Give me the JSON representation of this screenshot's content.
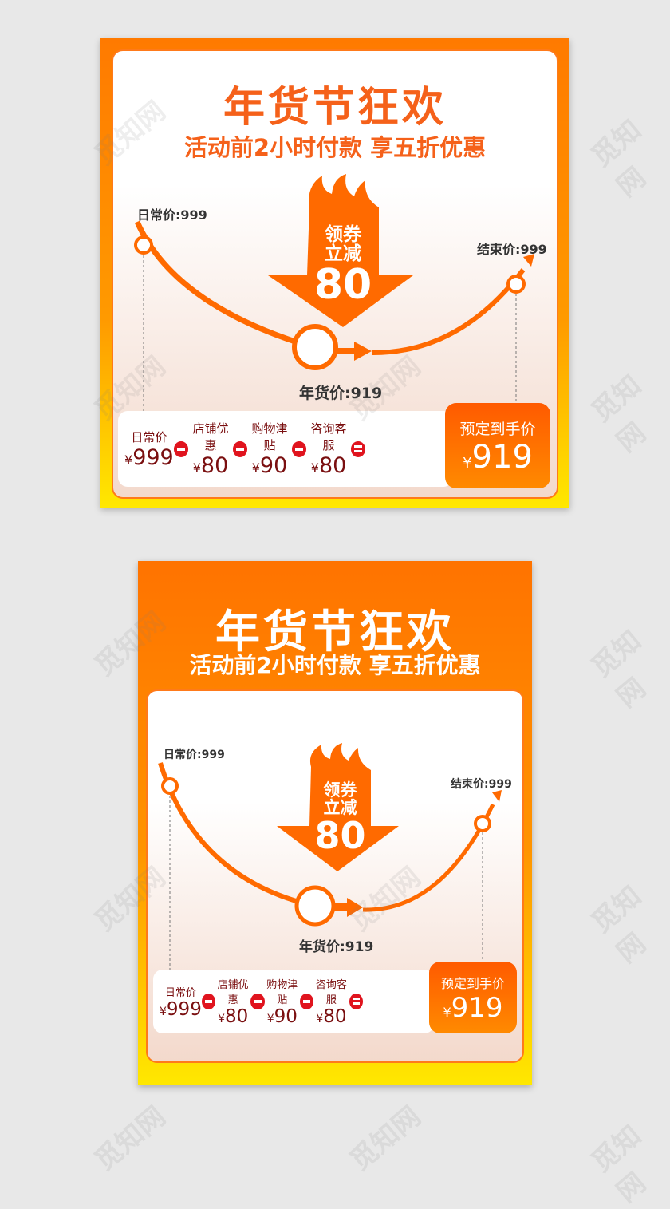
{
  "promo": {
    "title": "年货节狂欢",
    "subtitle": "活动前2小时付款 享五折优惠",
    "coupon_line1": "领券",
    "coupon_line2": "立减",
    "coupon_value": "80",
    "start_label": "日常价:999",
    "end_label": "结束价:999",
    "festival_label": "年货价:919",
    "breakdown": [
      {
        "label": "日常价",
        "currency": "¥",
        "value": "999"
      },
      {
        "label": "店铺优惠",
        "currency": "¥",
        "value": "80"
      },
      {
        "label": "购物津贴",
        "currency": "¥",
        "value": "90"
      },
      {
        "label": "咨询客服",
        "currency": "¥",
        "value": "80"
      }
    ],
    "final_label": "预定到手价",
    "final_currency": "¥",
    "final_value": "919"
  },
  "watermark": "觅知网",
  "colors": {
    "orange": "#f5611a",
    "red": "#e0141e",
    "dark_red": "#7a0f10",
    "yellow": "#ffe800"
  }
}
